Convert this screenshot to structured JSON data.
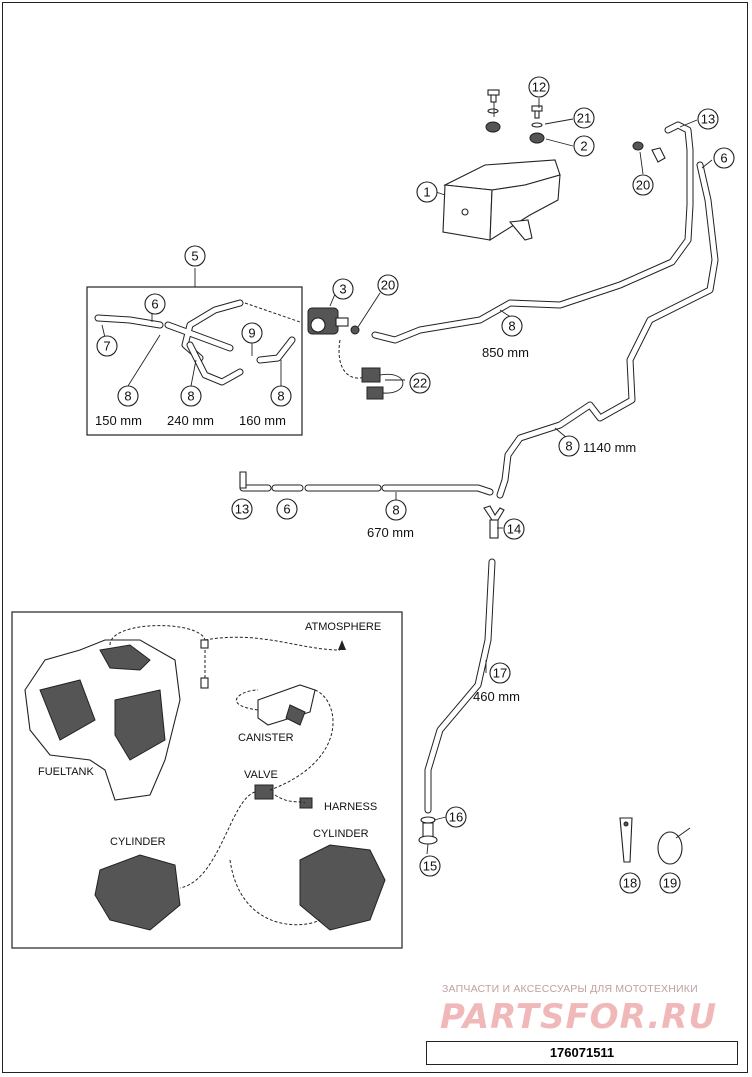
{
  "callouts": {
    "c1": "1",
    "c2": "2",
    "c3": "3",
    "c5": "5",
    "c6a": "6",
    "c6b": "6",
    "c6c": "6",
    "c7": "7",
    "c8a": "8",
    "c8b": "8",
    "c8c": "8",
    "c8d": "8",
    "c8e": "8",
    "c8f": "8",
    "c9": "9",
    "c12": "12",
    "c13a": "13",
    "c13b": "13",
    "c14": "14",
    "c15": "15",
    "c16": "16",
    "c17": "17",
    "c18": "18",
    "c19": "19",
    "c20a": "20",
    "c20b": "20",
    "c21": "21",
    "c22": "22"
  },
  "lengths": {
    "l150": "150 mm",
    "l240": "240 mm",
    "l160": "160 mm",
    "l850": "850 mm",
    "l1140": "1140 mm",
    "l670": "670 mm",
    "l460": "460 mm"
  },
  "schematic": {
    "atmosphere": "ATMOSPHERE",
    "canister": "CANISTER",
    "fueltank": "FUELTANK",
    "valve": "VALVE",
    "harness": "HARNESS",
    "cylinder_left": "CYLINDER",
    "cylinder_right": "CYLINDER"
  },
  "watermark": {
    "tagline": "ЗАПЧАСТИ И АКСЕССУАРЫ ДЛЯ МОТОТЕХНИКИ",
    "logo": "PARTSFOR.RU"
  },
  "part_number": "176071511"
}
